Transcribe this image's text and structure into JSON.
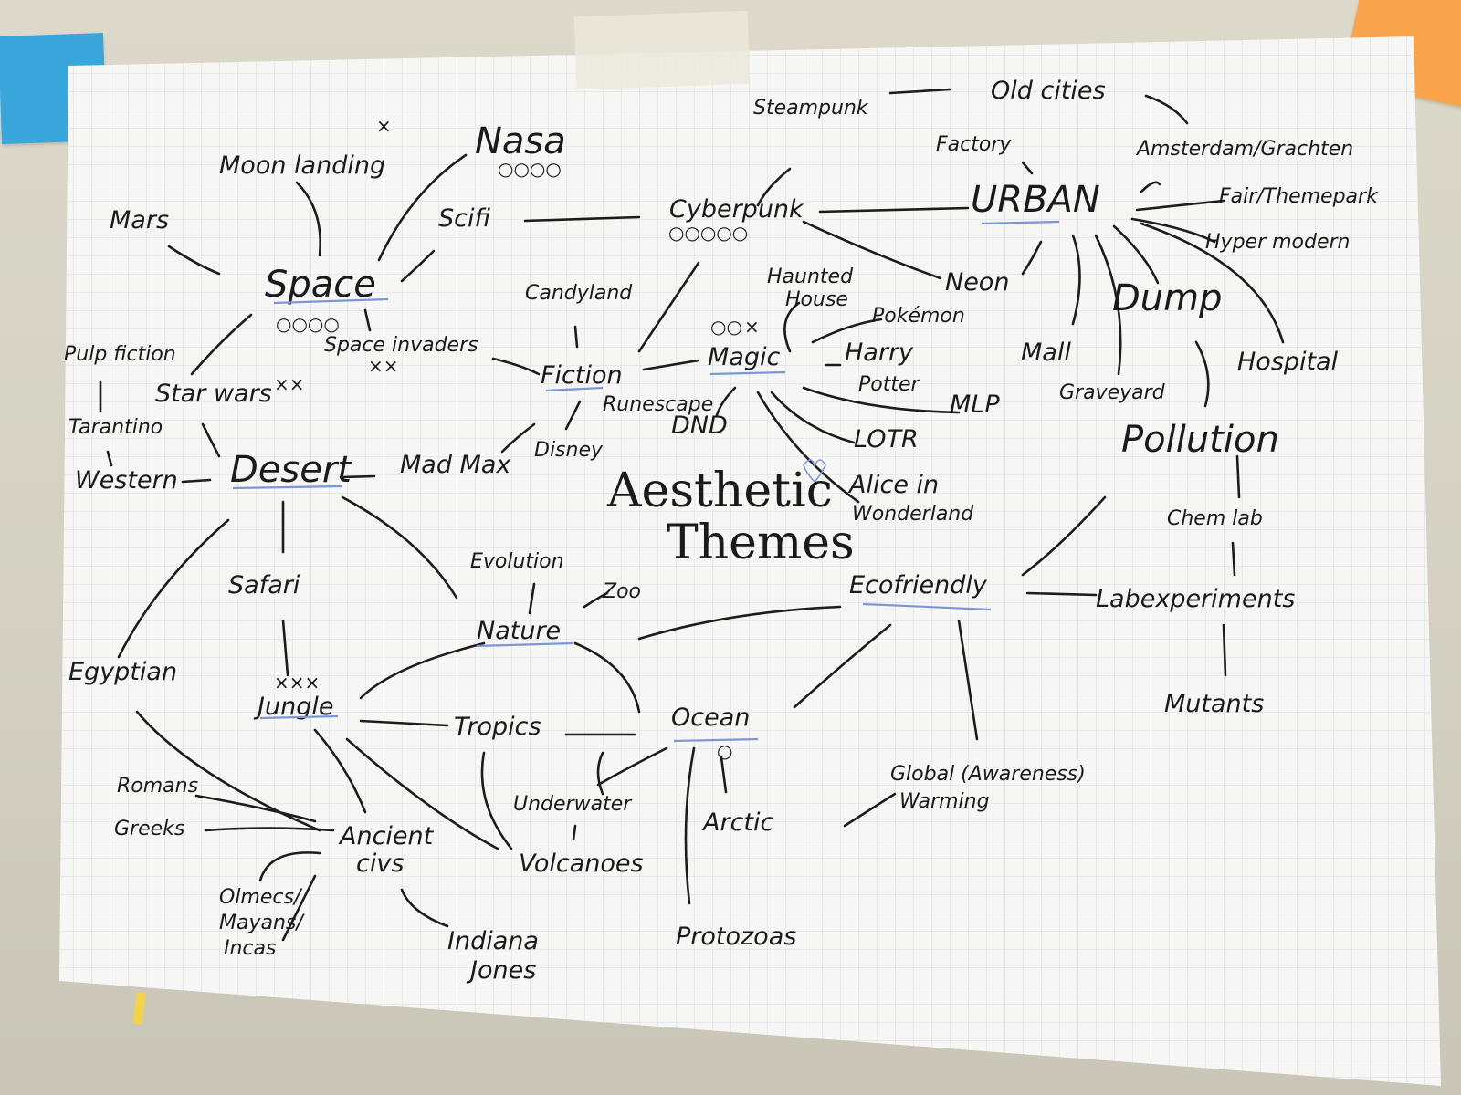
{
  "title": {
    "line1": "Aesthetic",
    "line2": "Themes"
  },
  "nodes": {
    "space": "Space",
    "moon_landing": "Moon landing",
    "nasa": "Nasa",
    "scifi": "Scifi",
    "mars": "Mars",
    "space_invaders": "Space invaders",
    "star_wars": "Star wars",
    "pulp_fiction": "Pulp fiction",
    "tarantino": "Tarantino",
    "western": "Western",
    "desert": "Desert",
    "mad_max": "Mad Max",
    "disney": "Disney",
    "safari": "Safari",
    "egyptian": "Egyptian",
    "jungle": "Jungle",
    "romans": "Romans",
    "greeks": "Greeks",
    "ancient_civs": "Ancient",
    "ancient_civs2": "civs",
    "olmecs": "Olmecs/",
    "mayans": "Mayans/",
    "incas": "Incas",
    "indiana": "Indiana",
    "jones": "Jones",
    "volcanoes": "Volcanoes",
    "underwater": "Underwater",
    "tropics": "Tropics",
    "nature": "Nature",
    "evolution": "Evolution",
    "zoo": "Zoo",
    "ocean": "Ocean",
    "arctic": "Arctic",
    "protozoas": "Protozoas",
    "ecofriendly": "Ecofriendly",
    "global": "Global (Awareness)",
    "warming": "Warming",
    "lab_experiments": "Labexperiments",
    "chem_lab": "Chem lab",
    "mutants": "Mutants",
    "pollution": "Pollution",
    "fiction": "Fiction",
    "candyland": "Candyland",
    "runescape": "Runescape",
    "dnd": "DND",
    "magic": "Magic",
    "haunted": "Haunted",
    "house": "House",
    "pokemon": "Pokémon",
    "harry": "Harry",
    "potter": "Potter",
    "mlp": "MLP",
    "lotr": "LOTR",
    "alice": "Alice in",
    "wonderland": "Wonderland",
    "cyberpunk": "Cyberpunk",
    "steampunk": "Steampunk",
    "urban": "URBAN",
    "old_cities": "Old cities",
    "factory": "Factory",
    "amsterdam": "Amsterdam/Grachten",
    "fair": "Fair/Themepark",
    "hyper_modern": "Hyper modern",
    "neon": "Neon",
    "mall": "Mall",
    "dump": "Dump",
    "graveyard": "Graveyard",
    "hospital": "Hospital"
  },
  "marks": {
    "nasa_dots": "○○○○",
    "cyber_dots": "○○○○○",
    "space_dots": "○○○○",
    "magic_dots": "○○",
    "x_single": "×",
    "x_double": "××",
    "x_triple": "×××",
    "ocean_dot": "○"
  },
  "colors": {
    "paper": "#f6f6f4",
    "grid": "#d7dbe6",
    "ink": "#1a1a1a",
    "underline": "#7d97d6",
    "dot_green": "#4a9a5e",
    "dot_pink": "#d04a8c",
    "dot_blue": "#3a7fd0",
    "dot_red": "#d03a3a",
    "x_blue": "#2a8ad0",
    "x_green": "#3a9a5a",
    "x_pink": "#c2408a"
  }
}
